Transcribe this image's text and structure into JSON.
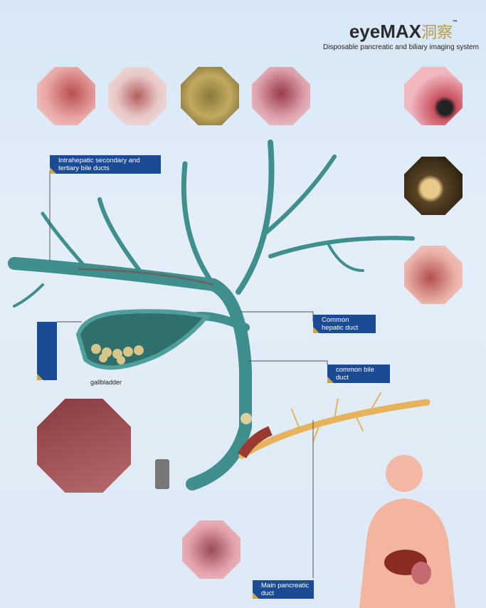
{
  "brand": {
    "name": "eyeMAX",
    "chinese": "洞察",
    "tm": "™",
    "subtitle": "Disposable pancreatic and biliary imaging system"
  },
  "labels": {
    "intrahepatic": "Intrahepatic secondary and tertiary bile ducts",
    "common_hepatic": "Common hepatic duct",
    "common_bile": "common bile duct",
    "gallbladder": "gallbladder",
    "main_pancreatic": "Main pancreatic duct"
  },
  "colors": {
    "label_bg": "#1c4b96",
    "duct": "#3f8f8c",
    "pancreatic": "#e6b35c"
  }
}
